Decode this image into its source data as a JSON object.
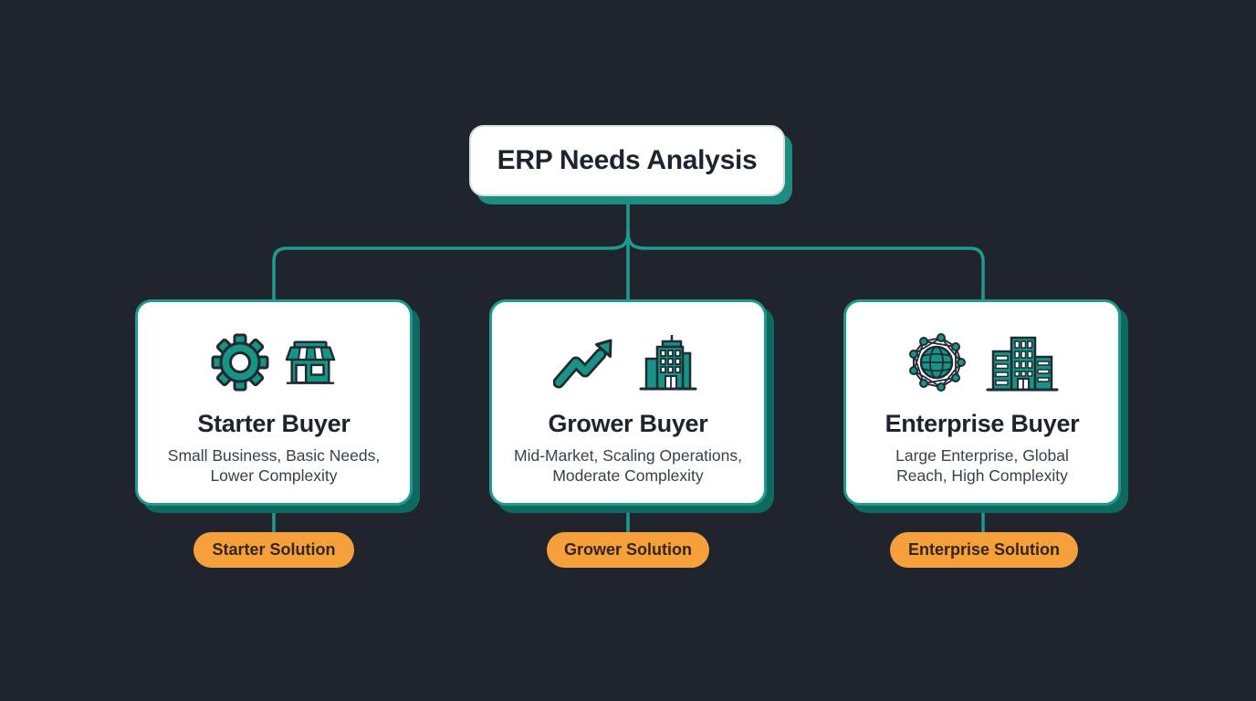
{
  "diagram": {
    "title": "ERP Needs Analysis",
    "branches": [
      {
        "title": "Starter Buyer",
        "description": "Small Business, Basic Needs, Lower Complexity",
        "description_lines": [
          "Small Business, Basic Needs,",
          "Lower Complexity"
        ],
        "solution_label": "Starter Solution",
        "icons": [
          "gear-icon",
          "storefront-icon"
        ]
      },
      {
        "title": "Grower Buyer",
        "description": "Mid-Market, Scaling Operations, Moderate Complexity",
        "description_lines": [
          "Mid-Market, Scaling Operations,",
          "Moderate Complexity"
        ],
        "solution_label": "Grower Solution",
        "icons": [
          "trending-up-icon",
          "office-building-icon"
        ]
      },
      {
        "title": "Enterprise Buyer",
        "description": "Large Enterprise, Global Reach, High Complexity",
        "description_lines": [
          "Large Enterprise, Global",
          "Reach, High Complexity"
        ],
        "solution_label": "Enterprise Solution",
        "icons": [
          "global-network-icon",
          "enterprise-building-icon"
        ]
      }
    ],
    "colors": {
      "background": "#20252d",
      "teal": "#1f9a8f",
      "teal_deep": "#0e6a61",
      "node_fill": "#ffffff",
      "node_border": "#d9dee4",
      "pill_orange": "#f6a03c",
      "text_dark": "#1d242e",
      "text_secondary": "#39414c"
    }
  }
}
